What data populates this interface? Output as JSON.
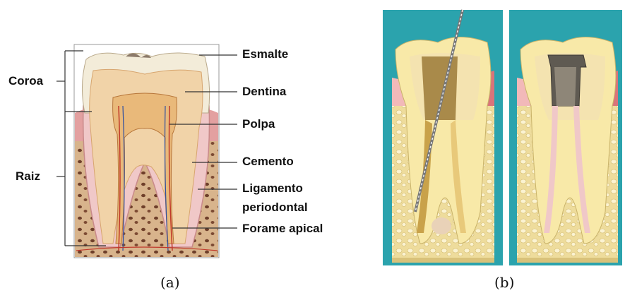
{
  "figure_a": {
    "caption": "(a)",
    "group_labels": {
      "crown": "Coroa",
      "root": "Raiz"
    },
    "part_labels": {
      "enamel": "Esmalte",
      "dentin": "Dentina",
      "pulp": "Polpa",
      "cementum": "Cemento",
      "ligament_line1": "Ligamento",
      "ligament_line2": "periodontal",
      "apical_foramen": "Forame apical"
    }
  },
  "figure_b": {
    "caption": "(b)",
    "panels": [
      "root-canal-file-instrumentation",
      "filled-root-canal-with-crown-restoration"
    ]
  },
  "colors": {
    "teal_background": "#2ba3ad",
    "bone": "#e8d79c",
    "bone_dark": "#7a4a30",
    "enamel": "#f3ecd9",
    "dentin": "#f1d3a8",
    "pulp": "#e9b97a",
    "gum": "#d9747a"
  }
}
